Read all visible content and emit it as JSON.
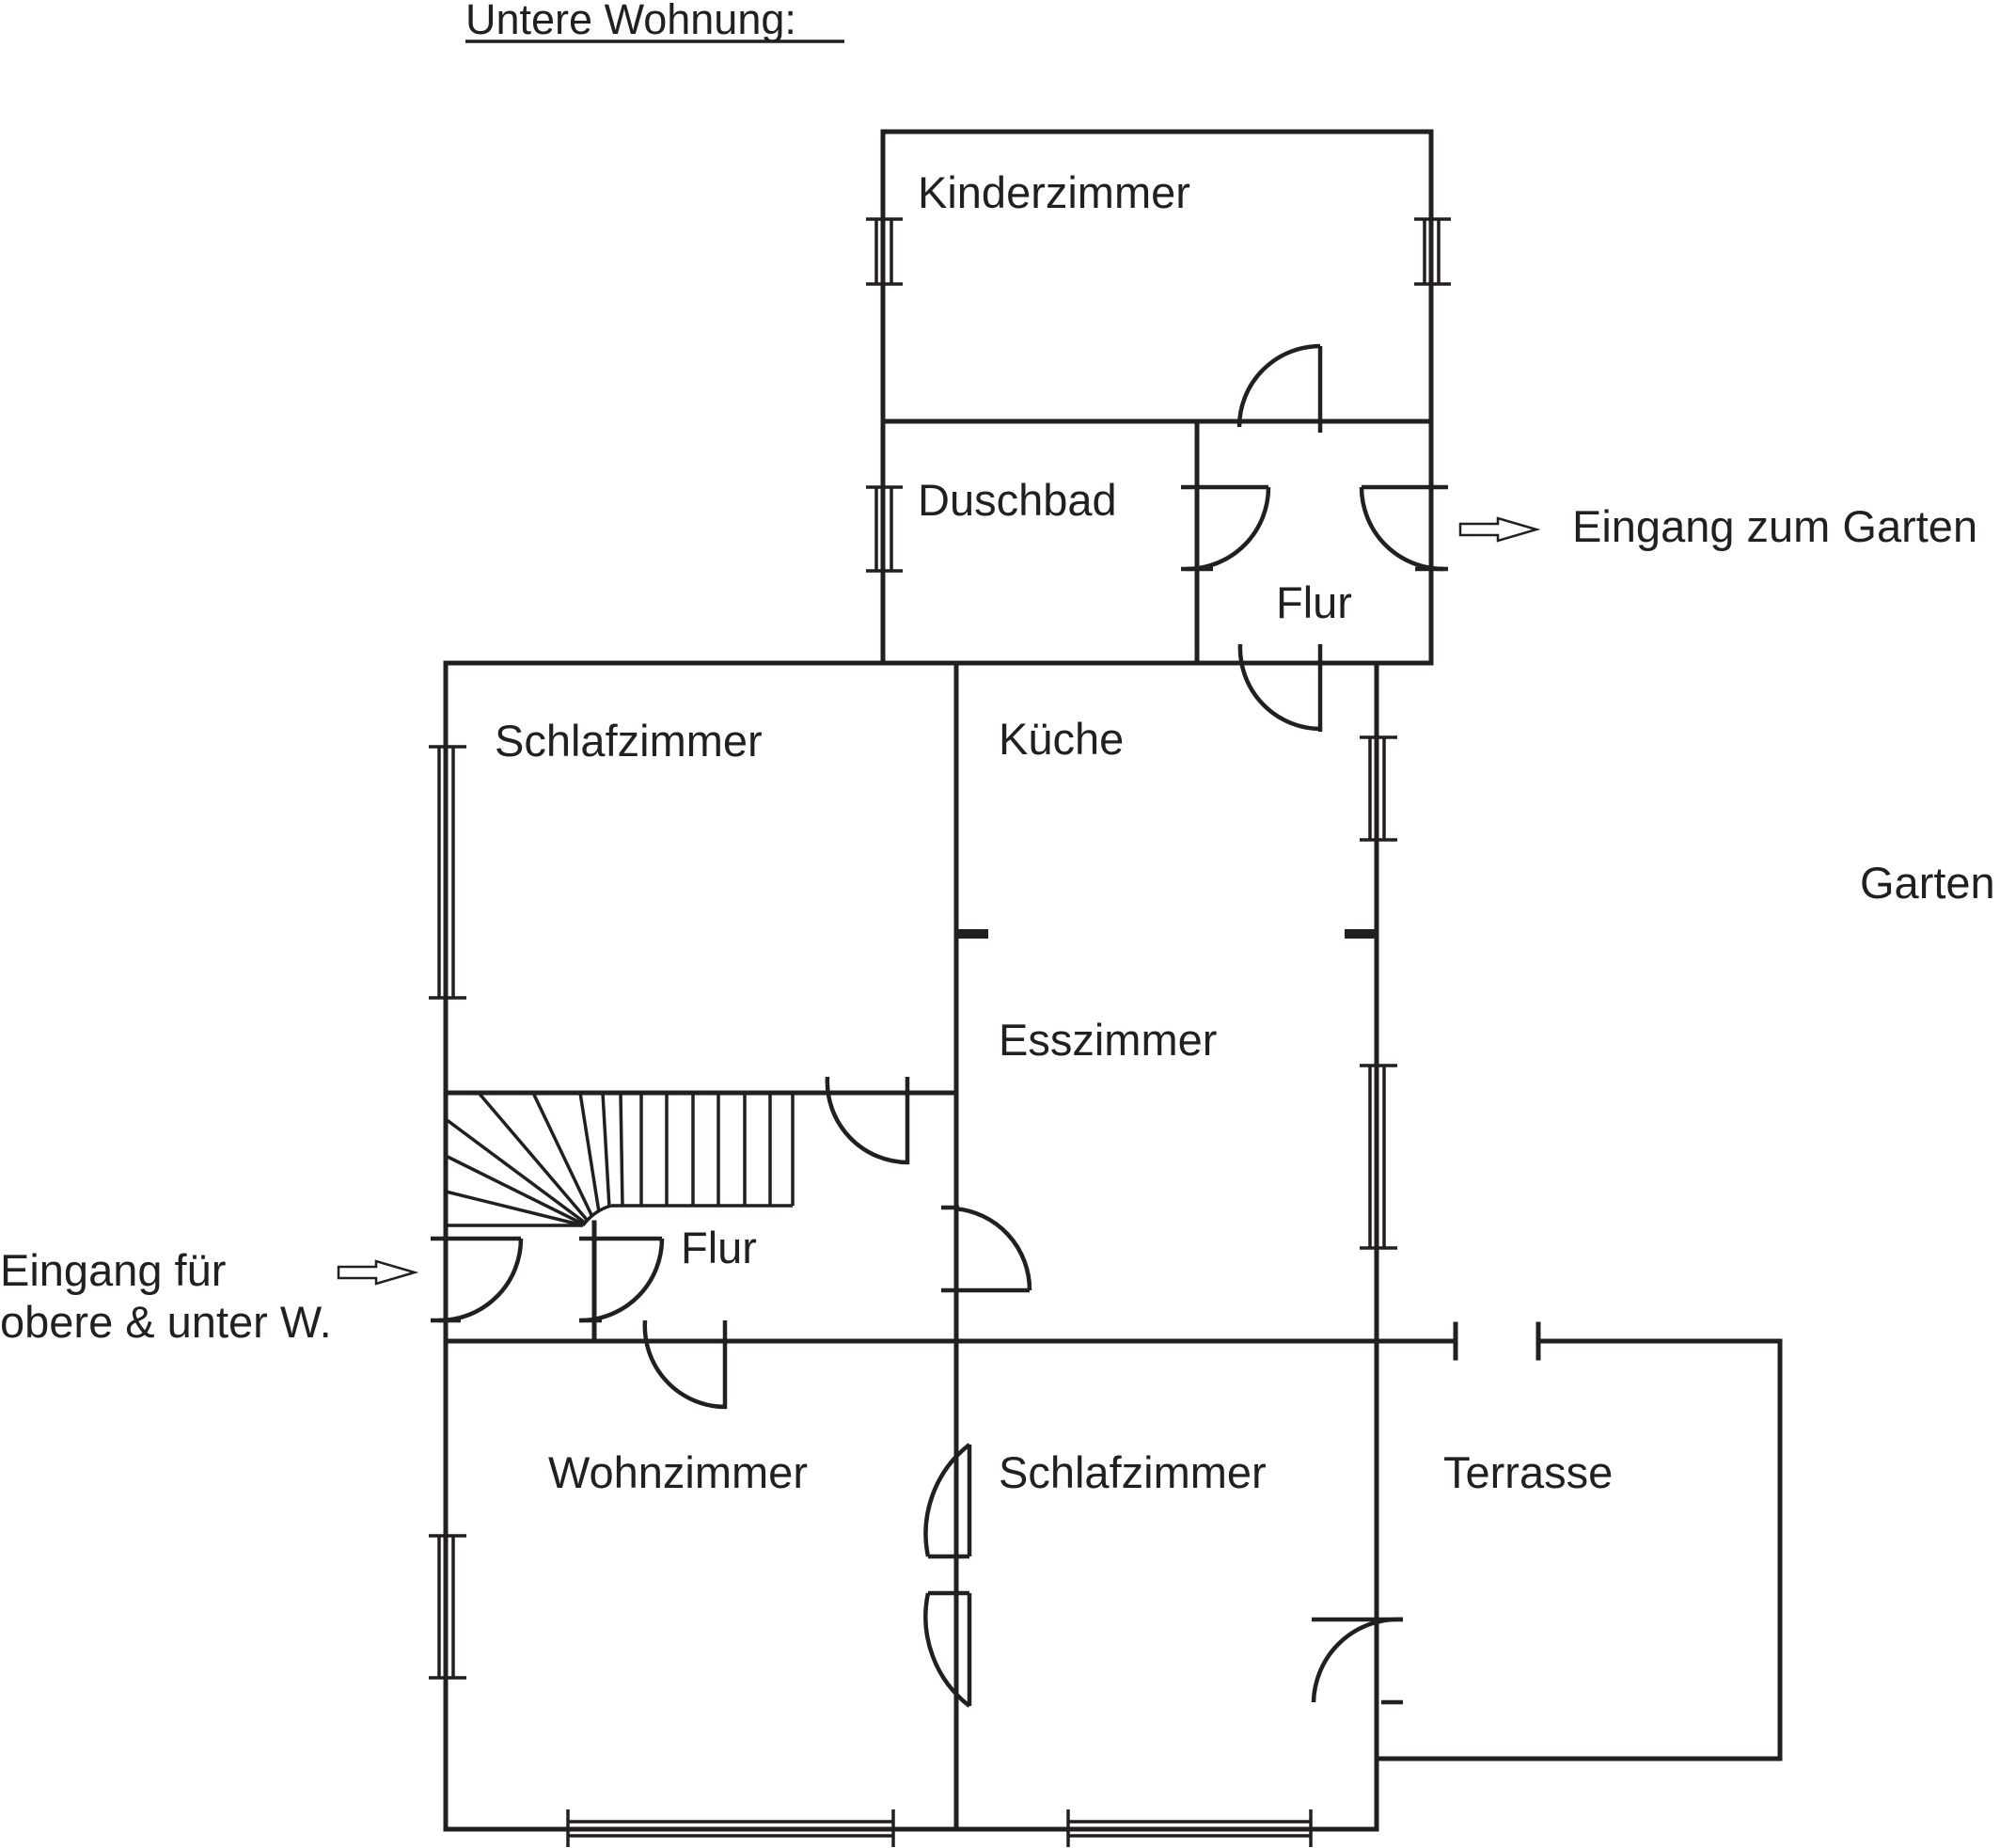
{
  "title": "Untere Wohnung:",
  "rooms": {
    "kinderzimmer": "Kinderzimmer",
    "duschbad": "Duschbad",
    "flur_top": "Flur",
    "schlafzimmer_left": "Schlafzimmer",
    "kueche": "Küche",
    "esszimmer": "Esszimmer",
    "flur_middle": "Flur",
    "wohnzimmer": "Wohnzimmer",
    "schlafzimmer_right": "Schlafzimmer",
    "terrasse": "Terrasse",
    "garten": "Garten"
  },
  "annotations": {
    "entrance_garden": "Eingang zum Garten",
    "entrance_main_line1": "Eingang für",
    "entrance_main_line2": "obere & unter W."
  },
  "colors": {
    "line": "#231f20",
    "background": "#ffffff"
  }
}
